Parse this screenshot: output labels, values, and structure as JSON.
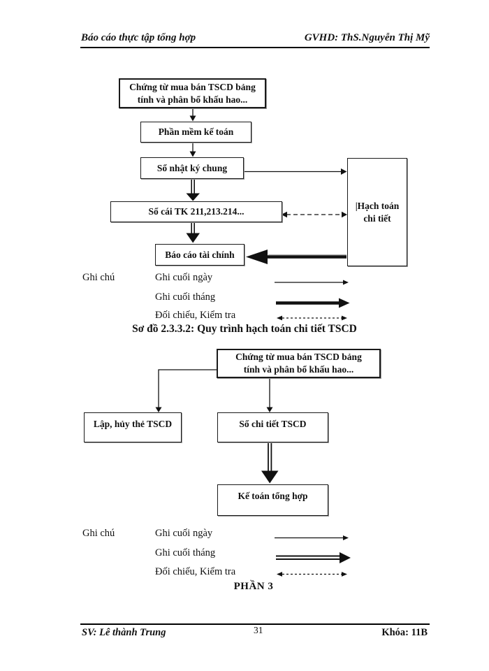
{
  "header": {
    "left": "Báo cáo thực tập tổng hợp",
    "right": "GVHD: ThS.Nguyễn Thị Mỹ"
  },
  "diagram1": {
    "box_source": "Chứng từ mua bán TSCD bảng tính  và phân bổ khấu hao...",
    "box_software": "Phần mềm kế toán",
    "box_journal": "Sổ nhật ký chung",
    "box_ledger": "Sổ cái TK 211,213.214...",
    "box_report": "Báo cáo tài chính",
    "box_detail": "|Hạch toán chi tiết"
  },
  "legend1": {
    "title": "Ghi chú",
    "items": [
      {
        "label": "Ghi cuối ngày",
        "arrow": "thin-solid-arrow"
      },
      {
        "label": "Ghi cuối tháng",
        "arrow": "thick-solid-arrow"
      },
      {
        "label": "Đối chiếu, Kiểm tra",
        "arrow": "dashed-double-arrow"
      }
    ]
  },
  "caption": "Sơ đồ 2.3.3.2: Quy trình hạch toán chi tiết TSCD",
  "diagram2": {
    "box_source": "Chứng từ mua bán TSCD bảng tính  và phân bổ khấu hao...",
    "box_card": "Lập, hủy thẻ TSCD",
    "box_detail_book": "Sổ chi tiết TSCD",
    "box_general": "Kế toán tổng hợp"
  },
  "legend2": {
    "title": "Ghi chú",
    "items": [
      {
        "label": "Ghi cuối ngày",
        "arrow": "thin-solid-arrow"
      },
      {
        "label": "Ghi cuối tháng",
        "arrow": "double-line-arrow"
      },
      {
        "label": "Đối chiếu, Kiểm tra",
        "arrow": "dashed-double-arrow"
      }
    ]
  },
  "section_title": "PHẦN 3",
  "footer": {
    "left": "SV: Lê thành Trung",
    "page": "31",
    "right": "Khóa: 11B"
  },
  "colors": {
    "ink": "#111111",
    "paper": "#ffffff"
  }
}
